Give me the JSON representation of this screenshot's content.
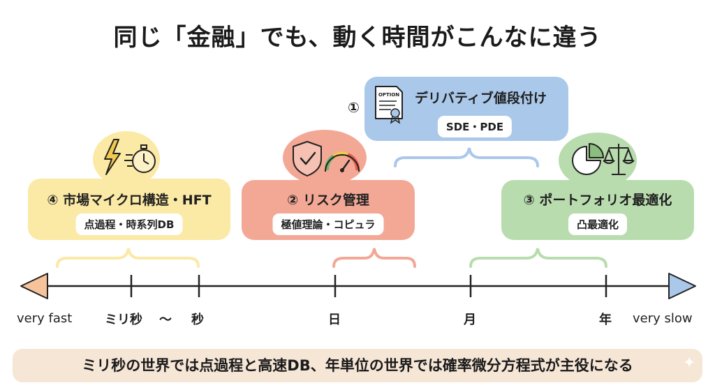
{
  "title": "同じ「金融」でも、動く時間がこんなに違う",
  "cards": {
    "derivatives": {
      "number": "①",
      "title": "デリバティブ値段付け",
      "sub": "SDE・PDE",
      "icon_label": "OPTION"
    },
    "risk": {
      "title": "② リスク管理",
      "sub": "極値理論・コピュラ"
    },
    "portfolio": {
      "title": "③ ポートフォリオ最適化",
      "sub": "凸最適化"
    },
    "microstructure": {
      "title": "④ 市場マイクロ構造・HFT",
      "sub": "点過程・時系列DB"
    }
  },
  "axis": {
    "left_end": "very fast",
    "millisecond": "ミリ秒",
    "tilde": "〜",
    "second": "秒",
    "day": "日",
    "month": "月",
    "year": "年",
    "right_end": "very slow"
  },
  "banner": "ミリ秒の世界では点過程と高速DB、年単位の世界では確率微分方程式が主役になる",
  "colors": {
    "yellow": "#fbe9a6",
    "red": "#f3a896",
    "blue": "#aac8ea",
    "green": "#b9dcae",
    "banner": "#f6e6d6"
  }
}
